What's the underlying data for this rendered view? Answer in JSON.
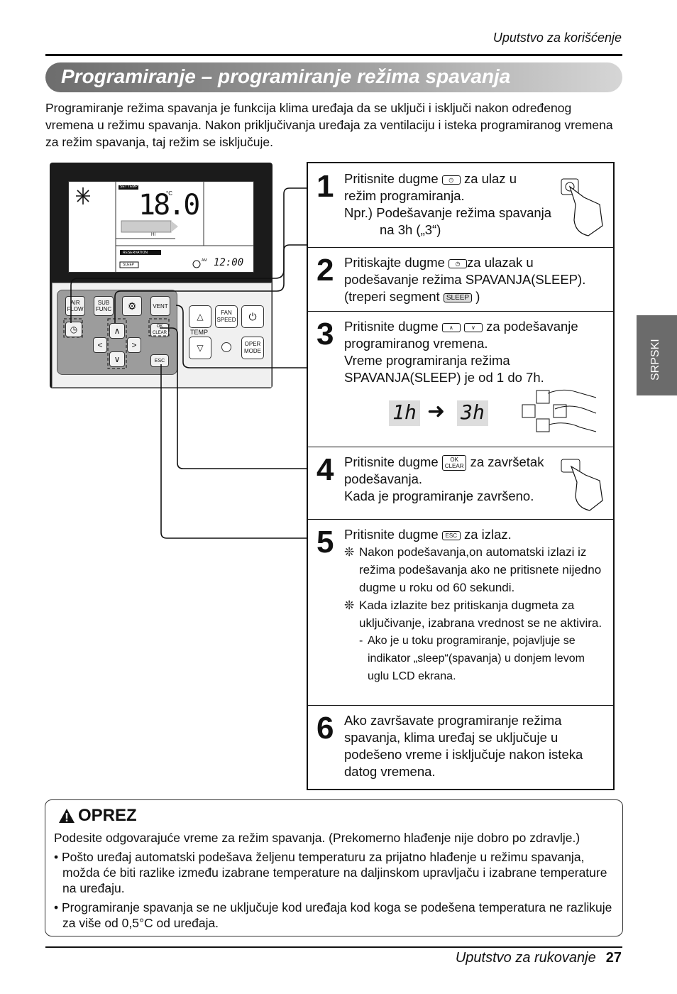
{
  "header": {
    "title": "Uputstvo za korišćenje"
  },
  "section": {
    "title": "Programiranje – programiranje režima spavanja"
  },
  "intro": "Programiranje režima spavanja je funkcija klima uređaja da se uključi i isključi nakon određenog vremena u režimu spavanja. Nakon priključivanja uređaja za ventilaciju i isteka programiranog vremena za režim spavanja, taj režim se isključuje.",
  "remote": {
    "lcd": {
      "set_temp": "SET TEMP",
      "temp": "18.0",
      "unit": "°C",
      "hi": "HI",
      "reservation": "RESERVATION",
      "sleep": "SLEEP",
      "am": "AM",
      "time": "12:00"
    },
    "buttons": {
      "air_flow": "AIR FLOW",
      "sub_func": "SUB FUNC",
      "vent": "VENT",
      "ok_clear": "OK CLEAR",
      "esc": "ESC",
      "fan_speed": "FAN SPEED",
      "temp": "TEMP",
      "oper_mode": "OPER MODE"
    }
  },
  "steps": [
    {
      "num": "1",
      "lines": [
        "Pritisnite dugme",
        "za ulaz u",
        "režim programiranja.",
        "Npr.) Podešavanje režima spavanja",
        "na 3h („3“)"
      ]
    },
    {
      "num": "2",
      "lines": [
        "Pritiskajte dugme",
        "za ulazak u",
        "podešavanje režima SPAVANJA(SLEEP).",
        "(treperi segment",
        "SLEEP",
        ")"
      ]
    },
    {
      "num": "3",
      "lines": [
        "Pritisnite dugme",
        "za podešavanje",
        "programiranog vremena.",
        "Vreme programiranja režima",
        "SPAVANJA(SLEEP) je od 1 do 7h."
      ],
      "from": "1h",
      "to": "3h"
    },
    {
      "num": "4",
      "lines": [
        "Pritisnite dugme",
        "za završetak",
        "podešavanja.",
        "Kada je programiranje završeno."
      ]
    },
    {
      "num": "5",
      "lines": [
        "Pritisnite dugme",
        "za izlaz."
      ],
      "notes": [
        "Nakon podešavanja,on automatski izlazi iz režima podešavanja ako ne pritisnete nijedno dugme u roku od 60 sekundi.",
        "Kada izlazite bez pritiskanja dugmeta za uključivanje, izabrana vrednost se ne aktivira."
      ],
      "subnote": "Ako je u toku programiranje, pojavljuje se indikator „sleep“(spavanja) u donjem levom uglu LCD ekrana."
    },
    {
      "num": "6",
      "text": "Ako završavate programiranje režima spavanja, klima uređaj se uključuje u podešeno vreme i isključuje nakon isteka datog vremena."
    }
  ],
  "side_tab": "SRPSKI",
  "caution": {
    "title": "OPREZ",
    "lead": "Podesite odgovarajuće vreme za režim spavanja. (Prekomerno hlađenje nije dobro po zdravlje.)",
    "items": [
      "Pošto uređaj automatski podešava željenu temperaturu za prijatno hlađenje u režimu spavanja, možda će biti razlike između izabrane temperature na daljinskom upravljaču i izabrane temperature na uređaju.",
      "Programiranje spavanja se ne uključuje kod uređaja kod koga se podešena temperatura ne razlikuje za više od 0,5°C od uređaja."
    ]
  },
  "footer": {
    "text": "Uputstvo za rukovanje",
    "page": "27"
  }
}
